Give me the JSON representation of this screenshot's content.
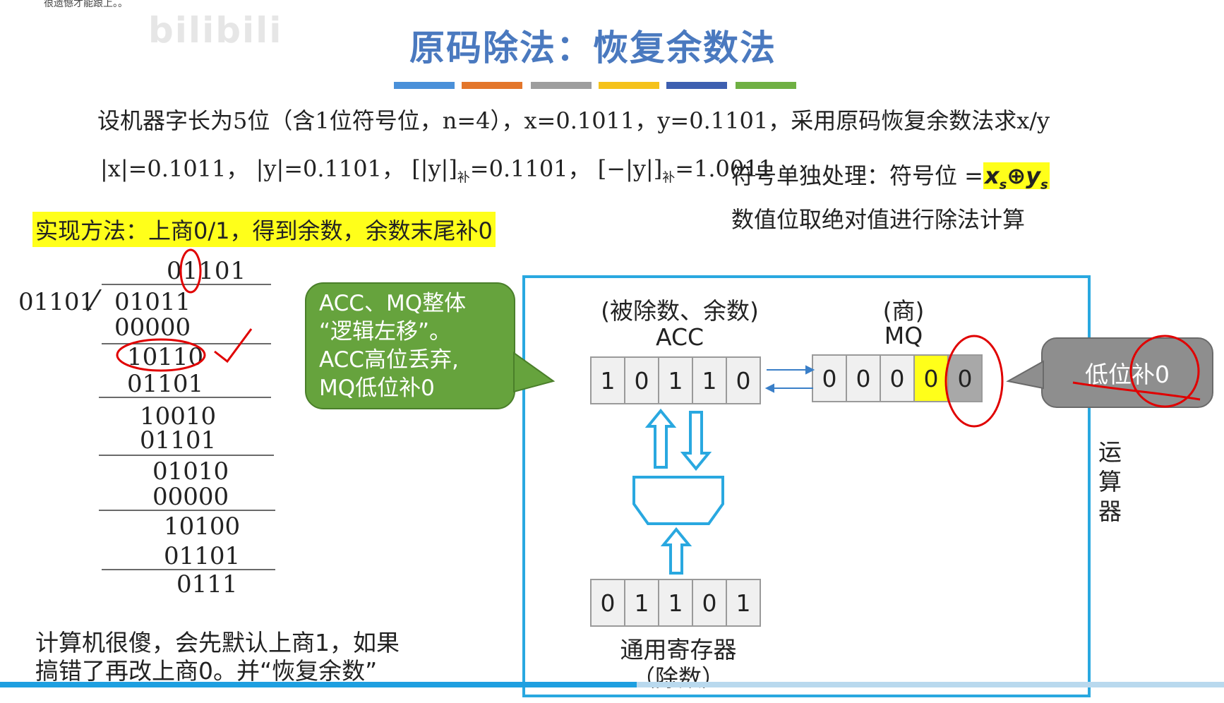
{
  "corner_text": "很遗憾才能跟上。。",
  "watermark": "bilibili",
  "title": "原码除法：恢复余数法",
  "stripe_colors": [
    "#4a90d9",
    "#e3762b",
    "#9e9e9e",
    "#f5c21b",
    "#3d5fb0",
    "#6fb043"
  ],
  "problem": "设机器字长为5位（含1位符号位，n=4），x=0.1011，y=0.1101，采用原码恢复余数法求x/y",
  "abs_values": {
    "x_abs": "|x|=0.1011，",
    "y_abs": "|y|=0.1101，",
    "y_comp": "[|y|]",
    "y_comp_val": "=0.1101，",
    "neg_y_comp": "[−|y|]",
    "neg_y_comp_val": "=1.0011",
    "sub": "补"
  },
  "sign": {
    "text": "符号单独处理：符号位 =",
    "formula_x": "x",
    "xor": "⊕",
    "formula_y": "y",
    "subscript": "s",
    "value_text": "数值位取绝对值进行除法计算"
  },
  "method": "实现方法：上商0/1，得到余数，余数末尾补0",
  "long_division": {
    "quotient": "01101",
    "divisor": "01101",
    "dividend": "01011",
    "steps": [
      "00000",
      "10110",
      "01101",
      "10010",
      "01101",
      "01010",
      "00000",
      "10100",
      "01101",
      "0111"
    ]
  },
  "note": {
    "line1": "计算机很傻，会先默认上商1，如果",
    "line2": "搞错了再改上商0。并“恢复余数”"
  },
  "bubble": {
    "line1": "ACC、MQ整体",
    "line2": "“逻辑左移”。",
    "line3": "ACC高位丢弃,",
    "line4": "MQ低位补0"
  },
  "acc": {
    "label1": "(被除数、余数)",
    "label2": "ACC",
    "cells": [
      "1",
      "0",
      "1",
      "1",
      "0"
    ]
  },
  "mq": {
    "label1": "(商)",
    "label2": "MQ",
    "cells": [
      "0",
      "0",
      "0",
      "0",
      "0"
    ]
  },
  "alu": "ALU",
  "general_reg": {
    "cells": [
      "0",
      "1",
      "1",
      "0",
      "1"
    ],
    "label1": "通用寄存器",
    "label2": "（除数）"
  },
  "callout": "低位补0",
  "unit_label": [
    "运",
    "算",
    "器"
  ],
  "progress_fraction": 0.52
}
